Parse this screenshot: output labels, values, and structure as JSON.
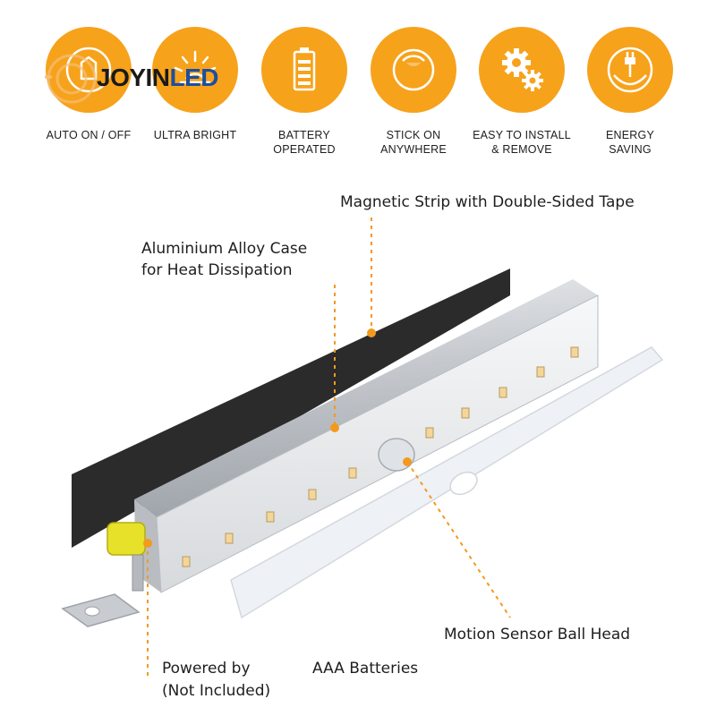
{
  "brand": {
    "name_part1": "JOYIN",
    "name_part2": "LED"
  },
  "features": [
    {
      "label": "AUTO ON / OFF",
      "icon": "auto-on-off-icon"
    },
    {
      "label": "ULTRA BRIGHT",
      "icon": "sun-icon"
    },
    {
      "label": "BATTERY\nOPERATED",
      "icon": "battery-icon"
    },
    {
      "label": "STICK ON\nANYWHERE",
      "icon": "stick-icon"
    },
    {
      "label": "EASY TO INSTALL\n& REMOVE",
      "icon": "gears-icon"
    },
    {
      "label": "ENERGY\nSAVING",
      "icon": "leaf-plug-icon"
    }
  ],
  "callouts": {
    "magnetic": "Magnetic Strip with Double-Sided Tape",
    "case_line1": "Aluminium Alloy Case",
    "case_line2": "for Heat Dissipation",
    "sensor": "Motion Sensor Ball Head",
    "powered_line1": "Powered by",
    "powered_line2": "(Not Included)",
    "batteries": "AAA Batteries"
  },
  "colors": {
    "accent_orange": "#f7a21b",
    "brand_blue": "#1d4f9c",
    "dashed_line": "#f39a1e",
    "magnetic_strip": "#2b2b2b",
    "aluminium": "#c9ccd0"
  }
}
